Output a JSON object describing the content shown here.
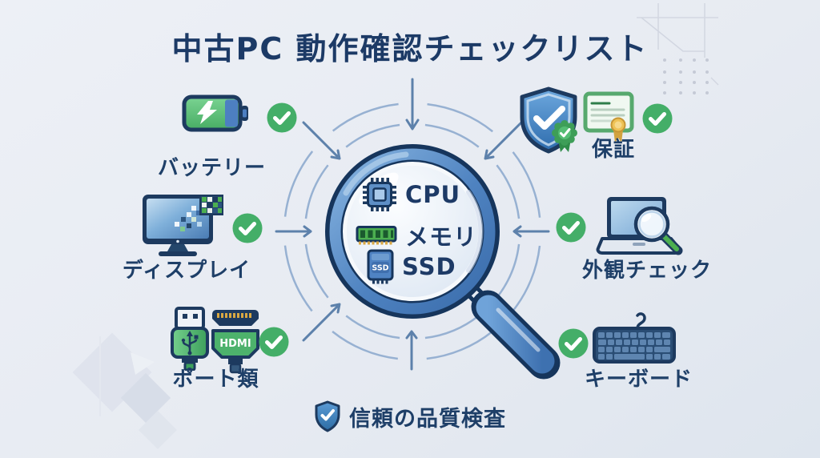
{
  "title": "中古PC 動作確認チェックリスト",
  "center": {
    "name": "inspection-magnifier",
    "items": [
      {
        "icon": "cpu-chip-icon",
        "label": "CPU"
      },
      {
        "icon": "ram-memory-icon",
        "label": "メモリ"
      },
      {
        "icon": "ssd-drive-icon",
        "label": "SSD"
      }
    ]
  },
  "icon_text": {
    "hdmi": "HDMI",
    "ssd": "SSD"
  },
  "checklist": [
    {
      "id": "battery",
      "label": "バッテリー",
      "icon": "battery-icon",
      "position": "top-left",
      "checked": true
    },
    {
      "id": "warranty",
      "label": "保証",
      "icon": "shield-award-icon",
      "position": "top-right",
      "checked": true
    },
    {
      "id": "display",
      "label": "ディスプレイ",
      "icon": "monitor-icon",
      "position": "middle-left",
      "checked": true
    },
    {
      "id": "appearance",
      "label": "外観チェック",
      "icon": "laptop-magnifier-icon",
      "position": "middle-right",
      "checked": true
    },
    {
      "id": "ports",
      "label": "ポート類",
      "icon": "usb-hdmi-icon",
      "position": "bottom-left",
      "checked": true
    },
    {
      "id": "keyboard",
      "label": "キーボード",
      "icon": "keyboard-icon",
      "position": "bottom-right",
      "checked": true
    }
  ],
  "footer": {
    "icon": "shield-check-icon",
    "label": "信頼の品質検査"
  },
  "colors": {
    "background": "#e7ebf2",
    "outline_navy": "#1d3a5f",
    "text_navy": "#1e3f68",
    "accent_green": "#44ae68",
    "rim_blue": "#4e82c0",
    "ring_blue": "#97b1d2"
  }
}
